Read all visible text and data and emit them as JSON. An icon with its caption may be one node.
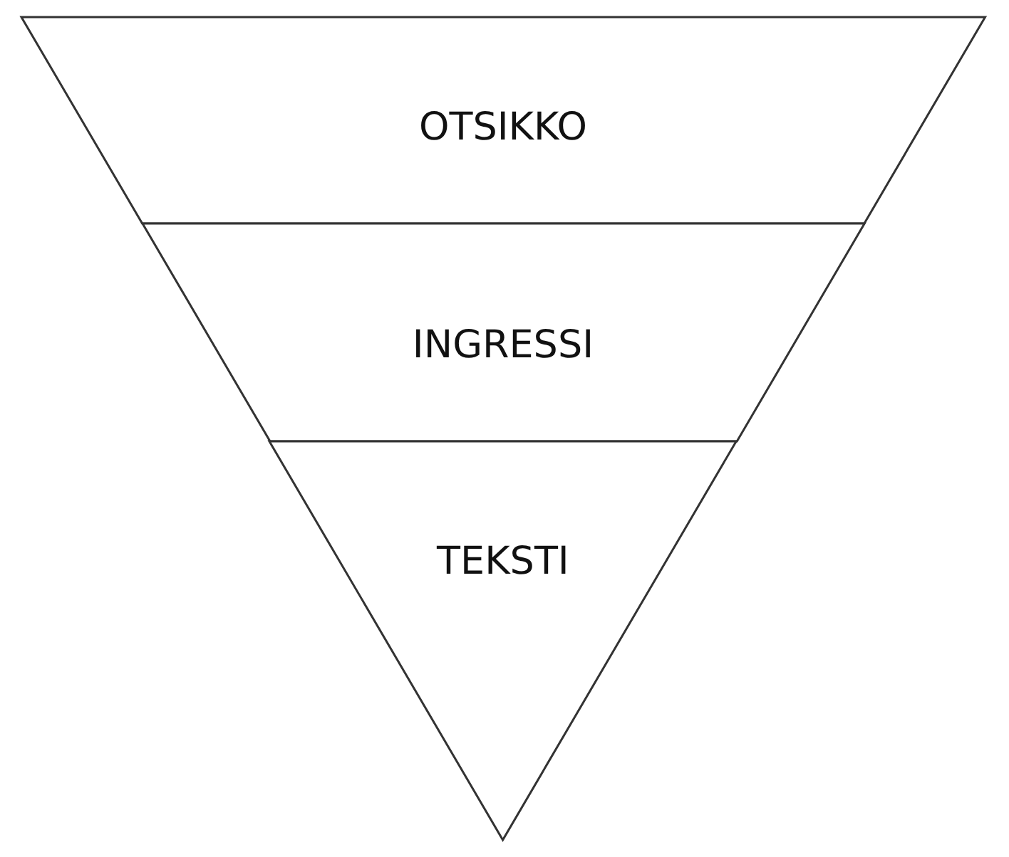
{
  "diagram": {
    "nodes": [
      {
        "text": [
          "OTSIKKO"
        ]
      },
      {
        "text": [
          "INGRESSI"
        ]
      },
      {
        "text": [
          "TEKSTI"
        ]
      }
    ]
  }
}
